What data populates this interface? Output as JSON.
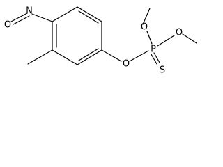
{
  "molecule": {
    "atoms": {
      "nitroso_oxygen": "O",
      "nitrogen": "N",
      "ester_oxygen": "O",
      "phosphorus": "P",
      "methoxy_oxygen_1": "O",
      "methoxy_oxygen_2": "O",
      "sulfur": "S"
    }
  }
}
